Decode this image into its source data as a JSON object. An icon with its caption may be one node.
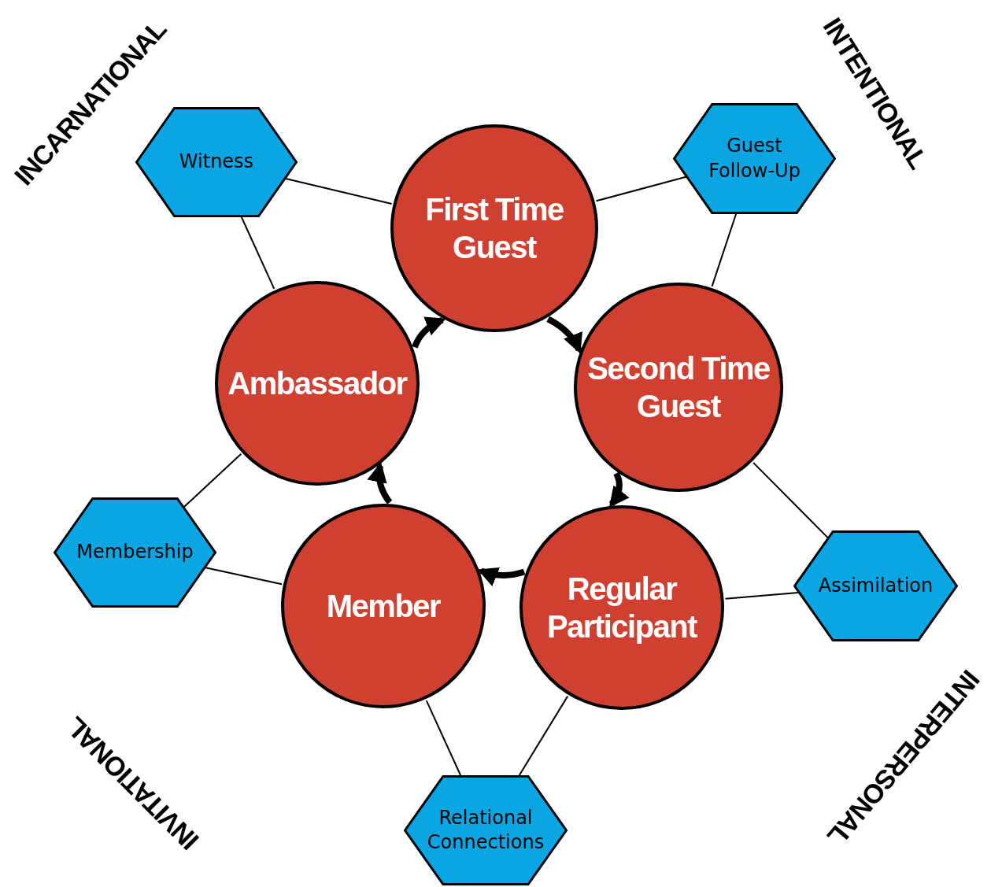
{
  "diagram": {
    "nodes": [
      {
        "text": [
          "Witness"
        ]
      },
      {
        "text": [
          "Guest Follow-Up"
        ]
      },
      {
        "text": [
          "First Time Guest"
        ]
      },
      {
        "text": [
          "Ambassador"
        ]
      },
      {
        "text": [
          "Second Time Guest"
        ]
      },
      {
        "text": [
          "Membership"
        ]
      },
      {
        "text": [
          "Assimilation"
        ]
      },
      {
        "text": [
          "Member"
        ]
      },
      {
        "text": [
          "Regular Participant"
        ]
      },
      {
        "text": [
          "Relational Connections"
        ]
      }
    ],
    "edges": [
      {
        "from": 2,
        "to": 4,
        "arrow": "to",
        "style": "thick"
      },
      {
        "from": 4,
        "to": 8,
        "arrow": "to",
        "style": "thick"
      },
      {
        "from": 8,
        "to": 7,
        "arrow": "to",
        "style": "thick"
      },
      {
        "from": 7,
        "to": 3,
        "arrow": "to",
        "style": "thick"
      },
      {
        "from": 3,
        "to": 2,
        "arrow": "to",
        "style": "thick"
      },
      {
        "from": 0,
        "to": 2,
        "arrow": "none"
      },
      {
        "from": 0,
        "to": 3,
        "arrow": "none"
      },
      {
        "from": 1,
        "to": 2,
        "arrow": "none"
      },
      {
        "from": 1,
        "to": 4,
        "arrow": "none"
      },
      {
        "from": 4,
        "to": 6,
        "arrow": "none"
      },
      {
        "from": 6,
        "to": 8,
        "arrow": "none"
      },
      {
        "from": 8,
        "to": 9,
        "arrow": "none"
      },
      {
        "from": 9,
        "to": 7,
        "arrow": "none"
      },
      {
        "from": 7,
        "to": 5,
        "arrow": "none"
      },
      {
        "from": 5,
        "to": 3,
        "arrow": "none"
      }
    ],
    "labels": [
      "INCARNATIONAL",
      "INTENTIONAL",
      "INVITATIONAL",
      "INTERPERSONAL"
    ]
  }
}
